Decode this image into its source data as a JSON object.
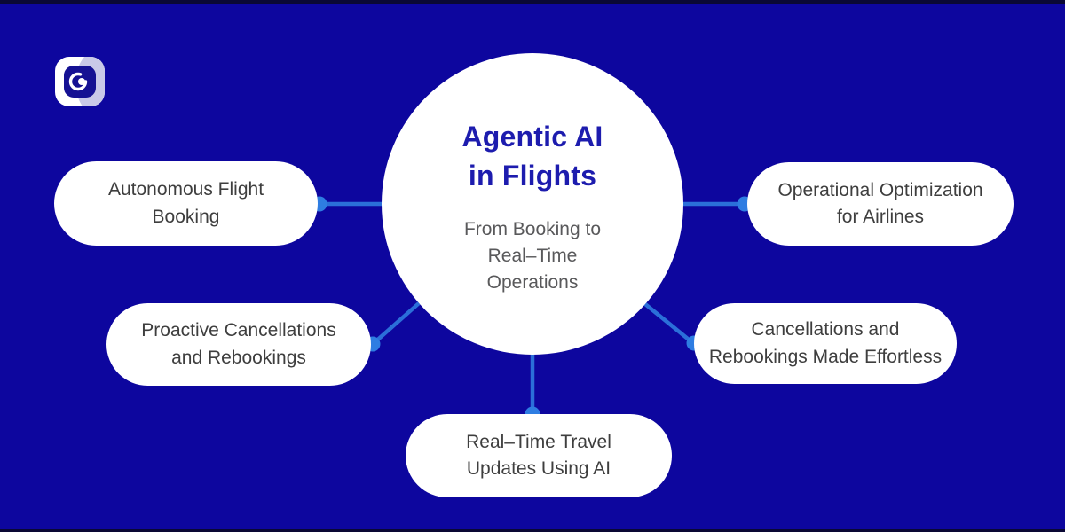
{
  "hub": {
    "title": "Agentic AI\nin Flights",
    "subtitle": "From Booking to\nReal–Time\nOperations"
  },
  "nodes": [
    {
      "id": "autonomous-flight-booking",
      "label": "Autonomous Flight\nBooking"
    },
    {
      "id": "proactive-cancellations-and-rebookings",
      "label": "Proactive Cancellations\nand Rebookings"
    },
    {
      "id": "real-time-travel-updates-using-ai",
      "label": "Real–Time Travel\nUpdates Using AI"
    },
    {
      "id": "operational-optimization-for-airlines",
      "label": "Operational Optimization\nfor Airlines"
    },
    {
      "id": "cancellations-and-rebookings-made-effortless",
      "label": "Cancellations and\nRebookings Made Effortless"
    }
  ],
  "edges": [
    {
      "from": "hub",
      "to": "autonomous-flight-booking"
    },
    {
      "from": "hub",
      "to": "proactive-cancellations-and-rebookings"
    },
    {
      "from": "hub",
      "to": "real-time-travel-updates-using-ai"
    },
    {
      "from": "hub",
      "to": "operational-optimization-for-airlines"
    },
    {
      "from": "hub",
      "to": "cancellations-and-rebookings-made-effortless"
    }
  ],
  "icons": {
    "logo": "c-mark-logo-icon"
  },
  "colors": {
    "background": "#0D069E",
    "edge_strip": "#0A0834",
    "connector_line": "#2B6FD9",
    "connector_dot": "#2E7DE2",
    "hub_bg": "#FFFFFF",
    "hub_title": "#1D1CAE",
    "hub_subtitle": "#59595B",
    "node_bg": "#FFFFFF",
    "node_text": "#3E3E3E",
    "logo_navy": "#151193",
    "logo_lavender": "#C9C9E8",
    "logo_white": "#FFFFFF"
  }
}
